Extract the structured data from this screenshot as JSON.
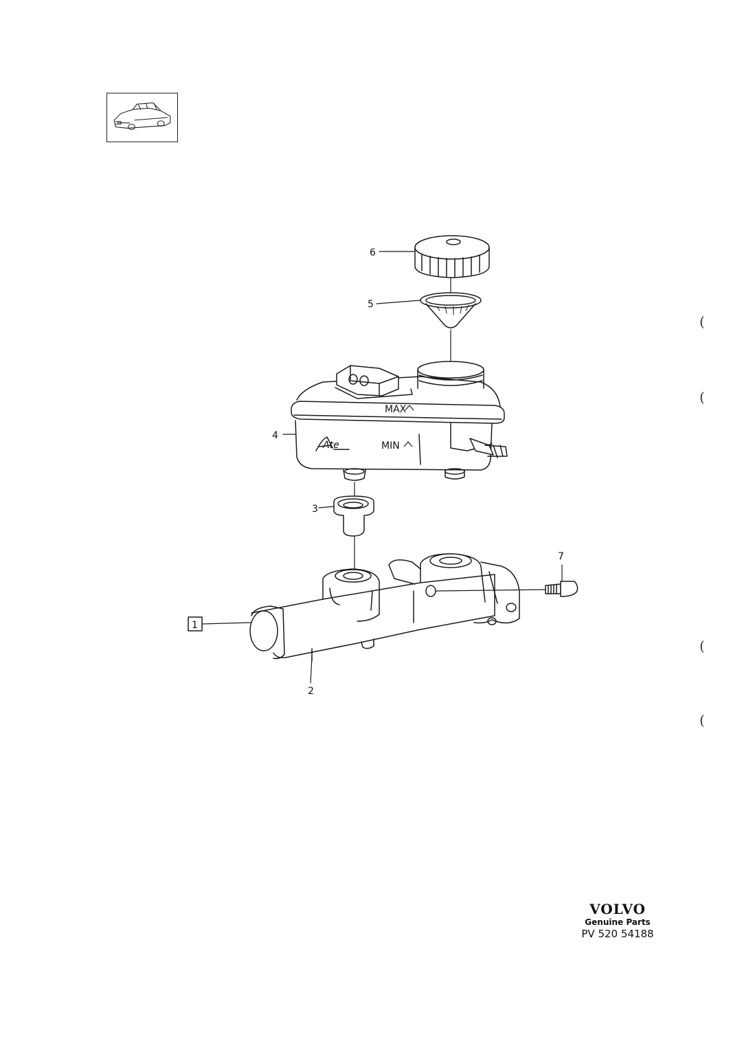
{
  "callouts": {
    "c1": "1",
    "c2": "2",
    "c3": "3",
    "c4": "4",
    "c5": "5",
    "c6": "6",
    "c7": "7"
  },
  "reservoir": {
    "max_label": "MAX",
    "min_label": "MIN",
    "maker_mark": "Ate"
  },
  "brand": {
    "logo": "VOLVO",
    "subtitle": "Genuine Parts",
    "code": "PV 520 54188"
  },
  "margin_marks": [
    "(",
    "(",
    "(",
    "("
  ]
}
